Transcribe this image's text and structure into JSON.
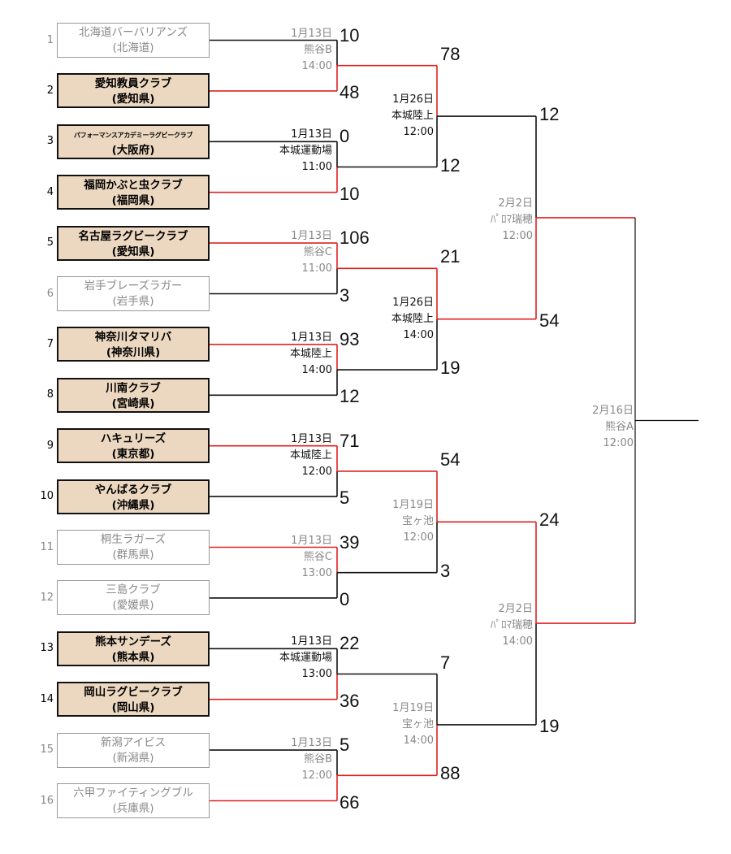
{
  "colors": {
    "winner_line": "#e02020",
    "loser_line": "#111111",
    "alive_fill": "#ecd8c0",
    "out_text": "#888888"
  },
  "teams": [
    {
      "seed": "1",
      "name": "北海道バーバリアンズ",
      "pref": "(北海道)",
      "alive": false
    },
    {
      "seed": "2",
      "name": "愛知教員クラブ",
      "pref": "(愛知県)",
      "alive": true
    },
    {
      "seed": "3",
      "name": "パフォーマンスアカデミーラグビークラブ",
      "pref": "(大阪府)",
      "alive": true,
      "tiny": true
    },
    {
      "seed": "4",
      "name": "福岡かぶと虫クラブ",
      "pref": "(福岡県)",
      "alive": true
    },
    {
      "seed": "5",
      "name": "名古屋ラグビークラブ",
      "pref": "(愛知県)",
      "alive": true
    },
    {
      "seed": "6",
      "name": "岩手ブレーズラガー",
      "pref": "(岩手県)",
      "alive": false
    },
    {
      "seed": "7",
      "name": "神奈川タマリバ",
      "pref": "(神奈川県)",
      "alive": true
    },
    {
      "seed": "8",
      "name": "川南クラブ",
      "pref": "(宮崎県)",
      "alive": true
    },
    {
      "seed": "9",
      "name": "ハキュリーズ",
      "pref": "(東京都)",
      "alive": true
    },
    {
      "seed": "10",
      "name": "やんばるクラブ",
      "pref": "(沖縄県)",
      "alive": true
    },
    {
      "seed": "11",
      "name": "桐生ラガーズ",
      "pref": "(群馬県)",
      "alive": false
    },
    {
      "seed": "12",
      "name": "三島クラブ",
      "pref": "(愛媛県)",
      "alive": false
    },
    {
      "seed": "13",
      "name": "熊本サンデーズ",
      "pref": "(熊本県)",
      "alive": true
    },
    {
      "seed": "14",
      "name": "岡山ラグビークラブ",
      "pref": "(岡山県)",
      "alive": true
    },
    {
      "seed": "15",
      "name": "新潟アイビス",
      "pref": "(新潟県)",
      "alive": false
    },
    {
      "seed": "16",
      "name": "六甲ファイティングブル",
      "pref": "(兵庫県)",
      "alive": false
    }
  ],
  "round1": [
    {
      "top": "10",
      "bottom": "48",
      "winner": "bottom",
      "date": "1月13日",
      "venue": "熊谷B",
      "time": "14:00",
      "dark": false
    },
    {
      "top": "0",
      "bottom": "10",
      "winner": "bottom",
      "date": "1月13日",
      "venue": "本城運動場",
      "time": "11:00",
      "dark": true
    },
    {
      "top": "106",
      "bottom": "3",
      "winner": "top",
      "date": "1月13日",
      "venue": "熊谷C",
      "time": "11:00",
      "dark": false
    },
    {
      "top": "93",
      "bottom": "12",
      "winner": "top",
      "date": "1月13日",
      "venue": "本城陸上",
      "time": "14:00",
      "dark": true
    },
    {
      "top": "71",
      "bottom": "5",
      "winner": "top",
      "date": "1月13日",
      "venue": "本城陸上",
      "time": "12:00",
      "dark": true
    },
    {
      "top": "39",
      "bottom": "0",
      "winner": "top",
      "date": "1月13日",
      "venue": "熊谷C",
      "time": "13:00",
      "dark": false
    },
    {
      "top": "22",
      "bottom": "36",
      "winner": "bottom",
      "date": "1月13日",
      "venue": "本城運動場",
      "time": "13:00",
      "dark": true
    },
    {
      "top": "5",
      "bottom": "66",
      "winner": "bottom",
      "date": "1月13日",
      "venue": "熊谷B",
      "time": "12:00",
      "dark": false
    }
  ],
  "round2": [
    {
      "top": "78",
      "bottom": "12",
      "winner": "top",
      "date": "1月26日",
      "venue": "本城陸上",
      "time": "12:00",
      "dark": true
    },
    {
      "top": "21",
      "bottom": "19",
      "winner": "top",
      "date": "1月26日",
      "venue": "本城陸上",
      "time": "14:00",
      "dark": true
    },
    {
      "top": "54",
      "bottom": "3",
      "winner": "top",
      "date": "1月19日",
      "venue": "宝ヶ池",
      "time": "12:00",
      "dark": false
    },
    {
      "top": "7",
      "bottom": "88",
      "winner": "bottom",
      "date": "1月19日",
      "venue": "宝ヶ池",
      "time": "14:00",
      "dark": false
    }
  ],
  "round3": [
    {
      "top": "12",
      "bottom": "54",
      "winner": "bottom",
      "date": "2月2日",
      "venue": "ﾊﾟﾛﾏ瑞穂",
      "time": "12:00",
      "dark": false
    },
    {
      "top": "24",
      "bottom": "19",
      "winner": "top",
      "date": "2月2日",
      "venue": "ﾊﾟﾛﾏ瑞穂",
      "time": "14:00",
      "dark": false
    }
  ],
  "final": {
    "date": "2月16日",
    "venue": "熊谷A",
    "time": "12:00",
    "dark": false
  }
}
